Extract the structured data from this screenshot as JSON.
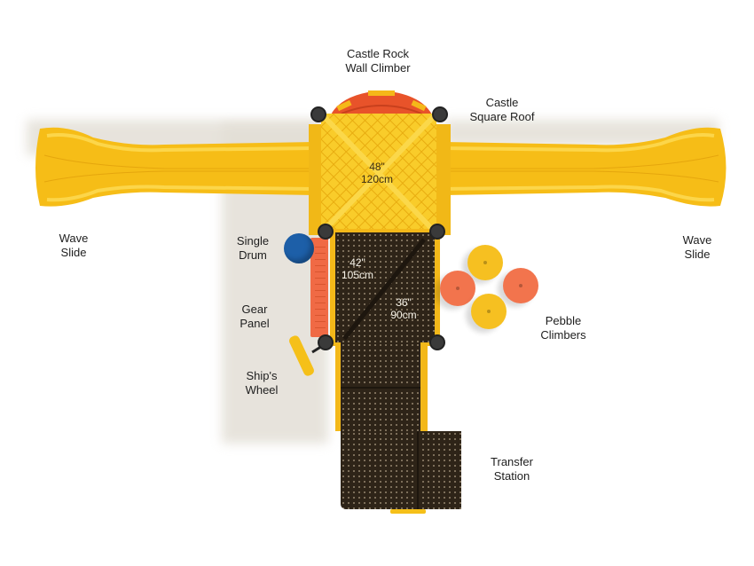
{
  "labels": {
    "castle_rock_wall_climber": [
      "Castle Rock",
      "Wall Climber"
    ],
    "castle_square_roof": [
      "Castle",
      "Square Roof"
    ],
    "wave_slide_left": [
      "Wave",
      "Slide"
    ],
    "wave_slide_right": [
      "Wave",
      "Slide"
    ],
    "single_drum": [
      "Single",
      "Drum"
    ],
    "gear_panel": [
      "Gear",
      "Panel"
    ],
    "ships_wheel": [
      "Ship's",
      "Wheel"
    ],
    "pebble_climbers": [
      "Pebble",
      "Climbers"
    ],
    "transfer_station": [
      "Transfer",
      "Station"
    ]
  },
  "dimensions": {
    "roof_deck": [
      "48\"",
      "120cm"
    ],
    "main_deck_left": [
      "42\"",
      "105cm"
    ],
    "main_deck_right": [
      "36\"",
      "90cm"
    ]
  },
  "colors": {
    "yellow": "#f7c01a",
    "red_orange": "#f0663f",
    "blue": "#1d5fa8",
    "deck_brown": "#2e2418",
    "post_black": "#333333"
  }
}
